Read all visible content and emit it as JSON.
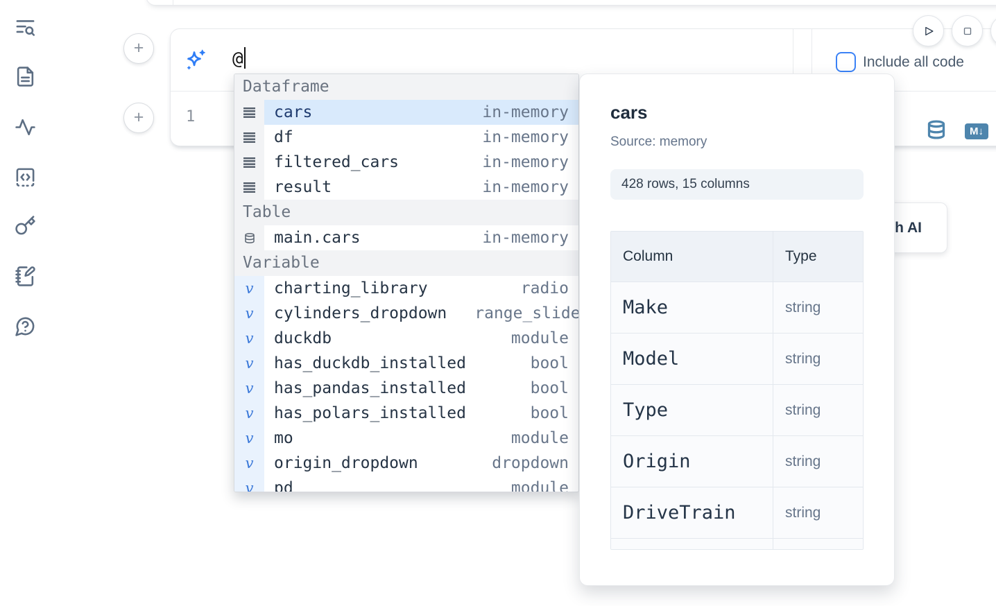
{
  "sidebar": {
    "icons": [
      "list-search-icon",
      "file-text-icon",
      "activity-icon",
      "code-square-icon",
      "key-icon",
      "notebook-pen-icon",
      "help-chat-icon"
    ]
  },
  "prompt_cell": {
    "prompt_value": "@",
    "include_all_code_label": "Include all code",
    "line_number": "1",
    "markdown_badge": "M↓",
    "add_cell_label": "+"
  },
  "ai_button": {
    "label": "with AI"
  },
  "completion": {
    "sections": [
      {
        "label": "Dataframe",
        "icon": "rows",
        "items": [
          {
            "name": "cars",
            "tag": "in-memory",
            "selected": true
          },
          {
            "name": "df",
            "tag": "in-memory"
          },
          {
            "name": "filtered_cars",
            "tag": "in-memory"
          },
          {
            "name": "result",
            "tag": "in-memory"
          }
        ]
      },
      {
        "label": "Table",
        "icon": "db",
        "items": [
          {
            "name": "main.cars",
            "tag": "in-memory"
          }
        ]
      },
      {
        "label": "Variable",
        "icon": "var",
        "items": [
          {
            "name": "charting_library",
            "tag": "radio"
          },
          {
            "name": "cylinders_dropdown",
            "tag": "range_slider"
          },
          {
            "name": "duckdb",
            "tag": "module"
          },
          {
            "name": "has_duckdb_installed",
            "tag": "bool"
          },
          {
            "name": "has_pandas_installed",
            "tag": "bool"
          },
          {
            "name": "has_polars_installed",
            "tag": "bool"
          },
          {
            "name": "mo",
            "tag": "module"
          },
          {
            "name": "origin_dropdown",
            "tag": "dropdown"
          },
          {
            "name": "pd",
            "tag": "module"
          }
        ]
      }
    ]
  },
  "preview": {
    "title": "cars",
    "source": "Source: memory",
    "shape": "428 rows, 15 columns",
    "table": {
      "headers": [
        "Column",
        "Type"
      ],
      "rows": [
        [
          "Make",
          "string"
        ],
        [
          "Model",
          "string"
        ],
        [
          "Type",
          "string"
        ],
        [
          "Origin",
          "string"
        ],
        [
          "DriveTrain",
          "string"
        ]
      ]
    }
  },
  "colors": {
    "accent_blue": "#2f7df6",
    "checkbox_blue": "#3b82f6",
    "steel_blue": "#4e85ad",
    "selected_row_bg": "#d9eafc",
    "section_header_bg": "#f2f3f5",
    "variable_gutter_bg": "#e9f2fd",
    "muted_text": "#68768a"
  }
}
